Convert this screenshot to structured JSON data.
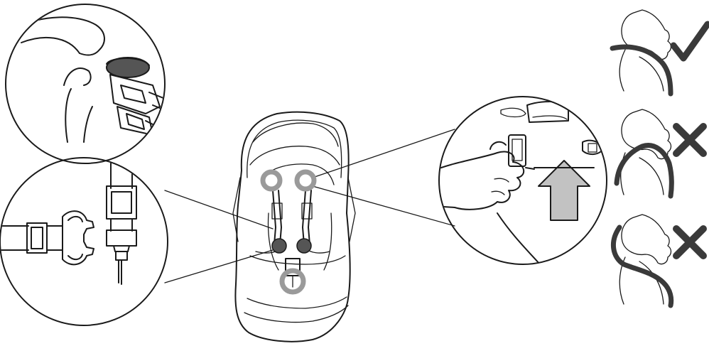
{
  "colors": {
    "ink": "#1a1a1a",
    "background": "#ffffff",
    "highlight_gray": "#9a9a9a",
    "arrow_gray": "#bdbdbd",
    "mark_gray": "#3a3a3a"
  },
  "illustration": {
    "center": "car-seat-with-harness",
    "highlighted_points": [
      "left-shoulder-slot",
      "right-shoulder-slot",
      "left-buckle-tongue",
      "right-buckle-tongue",
      "crotch-buckle"
    ],
    "callouts": [
      "buckle-press-detail",
      "buckle-tongue-detail",
      "harness-adjuster-detail"
    ],
    "posture_guide": [
      {
        "id": "strap-at-shoulder",
        "mark": "check-icon",
        "result": "correct"
      },
      {
        "id": "strap-too-high",
        "mark": "cross-icon",
        "result": "incorrect"
      },
      {
        "id": "strap-too-low",
        "mark": "cross-icon",
        "result": "incorrect"
      }
    ]
  }
}
